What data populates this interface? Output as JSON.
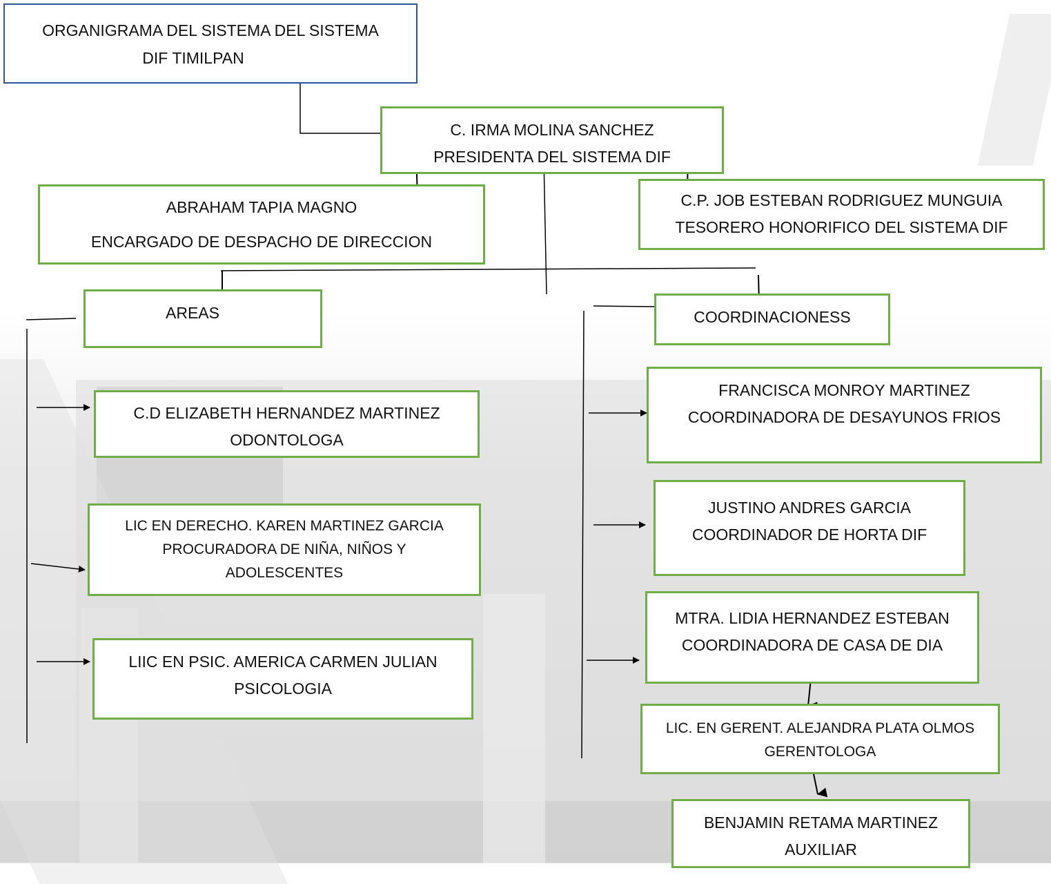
{
  "header": {
    "title_line1": "ORGANIGRAMA DEL SISTEMA DEL SISTEMA",
    "title_line2": "DIF TIMILPAN"
  },
  "president": {
    "name": "C. IRMA MOLINA SANCHEZ",
    "role": "PRESIDENTA DEL SISTEMA DIF"
  },
  "director": {
    "name": "ABRAHAM TAPIA MAGNO",
    "role": "ENCARGADO DE DESPACHO DE DIRECCION"
  },
  "treasurer": {
    "name": "C.P. JOB ESTEBAN RODRIGUEZ MUNGUIA",
    "role": "TESORERO HONORIFICO DEL SISTEMA DIF"
  },
  "areas": {
    "label": "AREAS",
    "members": [
      {
        "name": "C.D ELIZABETH HERNANDEZ MARTINEZ",
        "role": "ODONTOLOGA"
      },
      {
        "name": "LIC EN DERECHO. KAREN MARTINEZ GARCIA",
        "role_line1": "PROCURADORA DE NIÑA, NIÑOS Y",
        "role_line2": "ADOLESCENTES"
      },
      {
        "name": "LIIC EN PSIC. AMERICA CARMEN JULIAN",
        "role": "PSICOLOGIA"
      }
    ]
  },
  "coordinations": {
    "label": "COORDINACIONESS",
    "members": [
      {
        "name": "FRANCISCA MONROY MARTINEZ",
        "role": "COORDINADORA DE DESAYUNOS FRIOS"
      },
      {
        "name": "JUSTINO ANDRES GARCIA",
        "role": "COORDINADOR DE HORTA DIF"
      },
      {
        "name": "MTRA. LIDIA HERNANDEZ ESTEBAN",
        "role": "COORDINADORA DE CASA DE DIA"
      },
      {
        "name": "LIC. EN GERENT. ALEJANDRA PLATA OLMOS",
        "role": "GERENTOLOGA"
      },
      {
        "name": "BENJAMIN RETAMA MARTINEZ",
        "role": "AUXILIAR"
      }
    ]
  },
  "colors": {
    "box_border": "#70ad47",
    "title_border": "#2f5597",
    "line": "#000000"
  }
}
